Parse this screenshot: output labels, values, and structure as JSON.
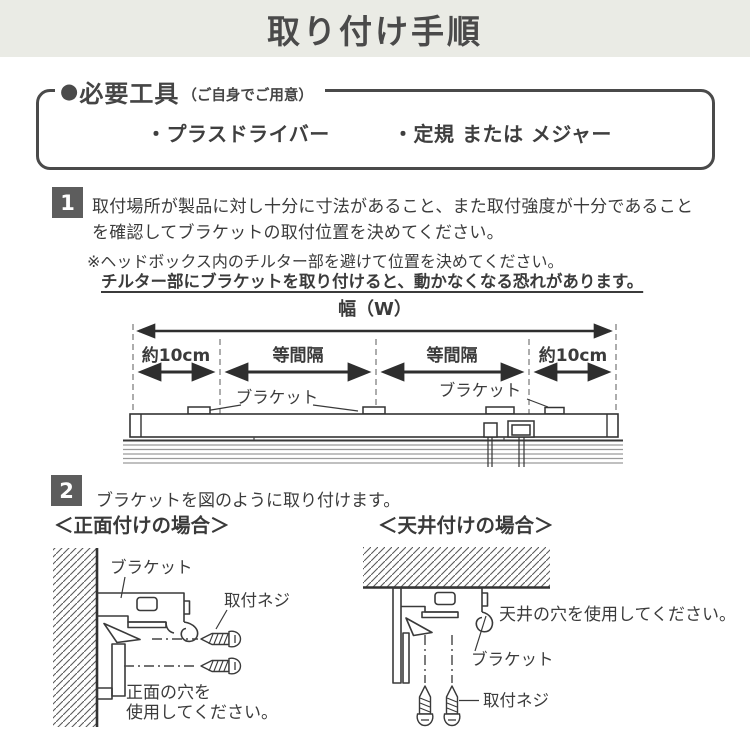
{
  "header": {
    "title": "取り付け手順"
  },
  "tools": {
    "bullet": "●",
    "heading": "必要工具",
    "note": "（ご自身でご用意）",
    "items": [
      "・プラスドライバー",
      "・定規 または メジャー"
    ]
  },
  "steps": {
    "step1": {
      "number": "1",
      "line1": "取付場所が製品に対し十分に寸法があること、また取付強度が十分であること",
      "line2": "を確認してブラケットの取付位置を決めてください。",
      "note1": "※ヘッドボックス内のチルター部を避けて位置を決めてください。",
      "note2": "チルター部にブラケットを取り付けると、動かなくなる恐れがあります。"
    },
    "step2": {
      "number": "2",
      "text": "ブラケットを図のように取り付けます。"
    }
  },
  "diagram": {
    "width_label": "幅（W）",
    "segments": [
      "約10cm",
      "等間隔",
      "等間隔",
      "約10cm"
    ],
    "bracket_left": "ブラケット",
    "bracket_right": "ブラケット"
  },
  "front_mount": {
    "heading": "＜正面付けの場合＞",
    "bracket_label": "ブラケット",
    "screw_label": "取付ネジ",
    "note_line1": "正面の穴を",
    "note_line2": "使用してください。"
  },
  "ceiling_mount": {
    "heading": "＜天井付けの場合＞",
    "note": "天井の穴を使用してください。",
    "bracket_label": "ブラケット",
    "screw_label": "取付ネジ"
  },
  "colors": {
    "band_bg": "#eaebe5",
    "badge_bg": "#5d5d5d",
    "text": "#3b3b3b",
    "line": "#333333"
  }
}
